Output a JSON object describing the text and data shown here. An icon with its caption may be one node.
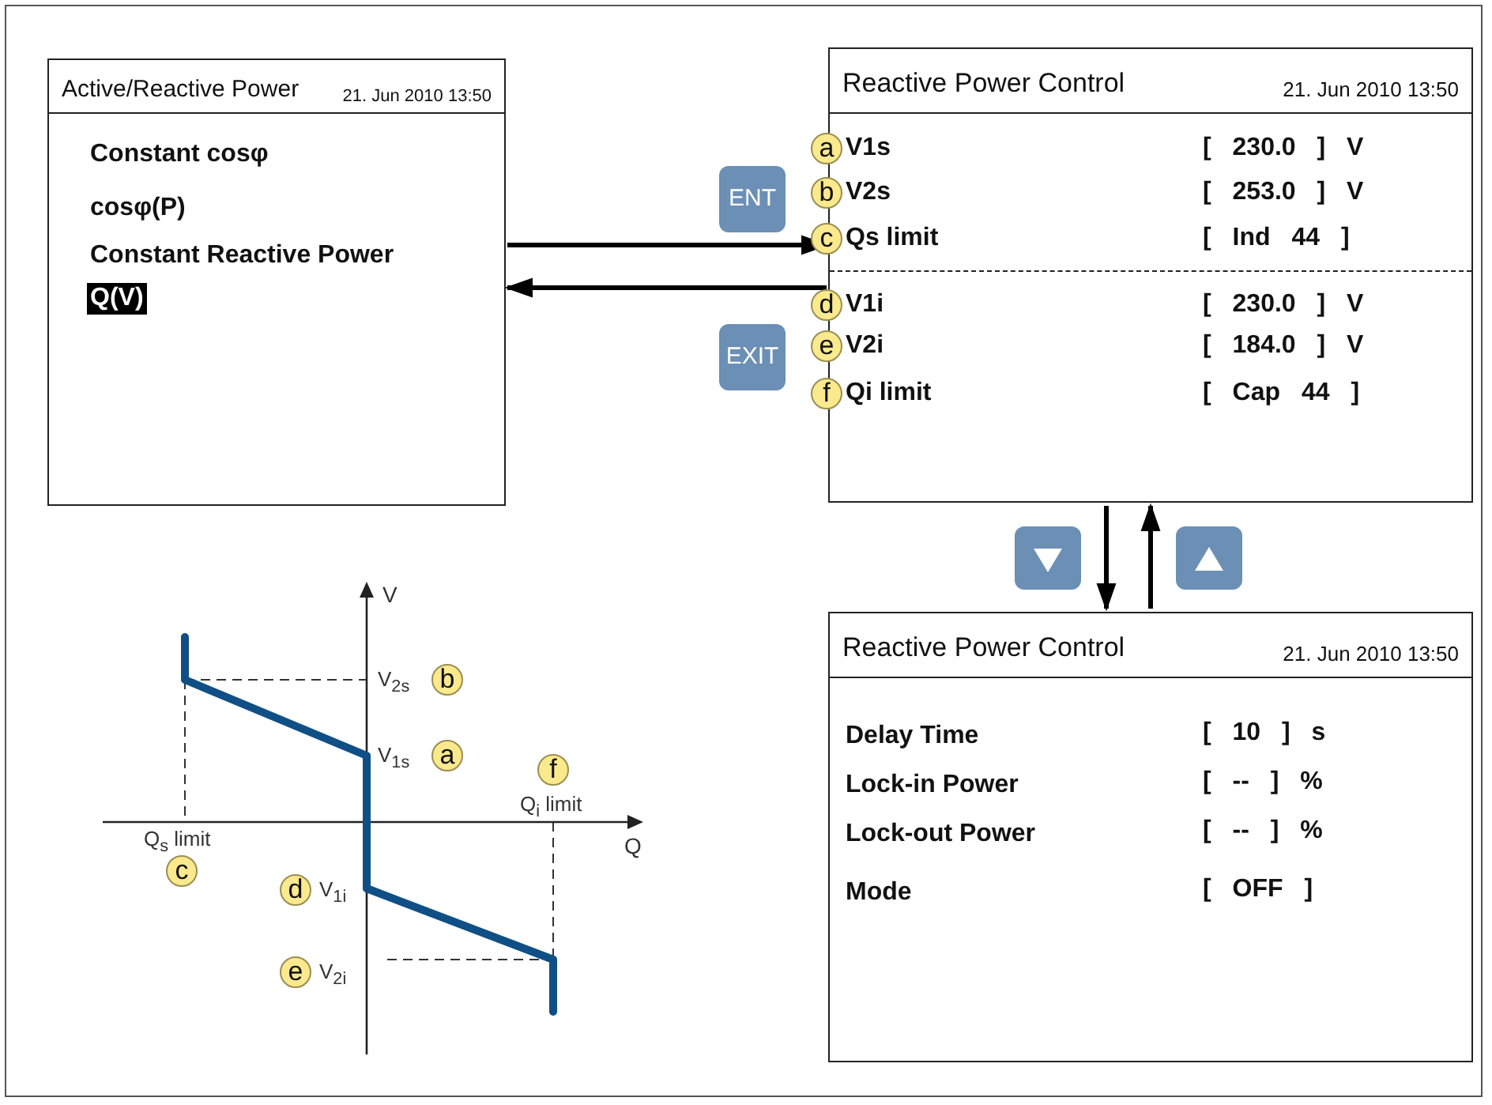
{
  "diagram": {
    "nodes": [
      {
        "text": [
          "Active/Reactive Power",
          "21. Jun 2010 13:50",
          "Constant cosφ",
          "cosφ(P)",
          "Constant Reactive Power",
          "Q(V)"
        ]
      },
      {
        "text": [
          "Reactive Power Control",
          "21. Jun 2010 13:50",
          "a",
          "V1s",
          "[ 230.0 ] V",
          "b",
          "V2s",
          "[ 253.0 ] V",
          "c",
          "Qs limit",
          "[ Ind 44 ]",
          "d",
          "V1i",
          "[ 230.0 ] V",
          "e",
          "V2i",
          "[ 184.0 ] V",
          "f",
          "Qi limit",
          "[ Cap 44 ]"
        ]
      },
      {
        "text": [
          "Reactive Power Control",
          "21. Jun 2010 13:50",
          "Delay Time",
          "[ 10 ] s",
          "Lock-in Power",
          "[ -- ] %",
          "Lock-out Power",
          "[ -- ] %",
          "Mode",
          "[ OFF ]"
        ]
      }
    ],
    "edges": [
      {
        "from": 0,
        "to": 1,
        "arrow": "to"
      },
      {
        "from": 1,
        "to": 0,
        "arrow": "to"
      },
      {
        "from": 1,
        "to": 2,
        "arrow": "to"
      },
      {
        "from": 2,
        "to": 1,
        "arrow": "to"
      }
    ],
    "labels": [
      "ENT",
      "EXIT",
      "V",
      "V$_{2s}$",
      "b",
      "V$_{1s}$",
      "a",
      "f",
      "Q$_{i}$ limit",
      "Q$_{s}$ limit",
      "Q",
      "c",
      "d",
      "V$_{1i}$",
      "e",
      "V$_{2i}$"
    ]
  }
}
